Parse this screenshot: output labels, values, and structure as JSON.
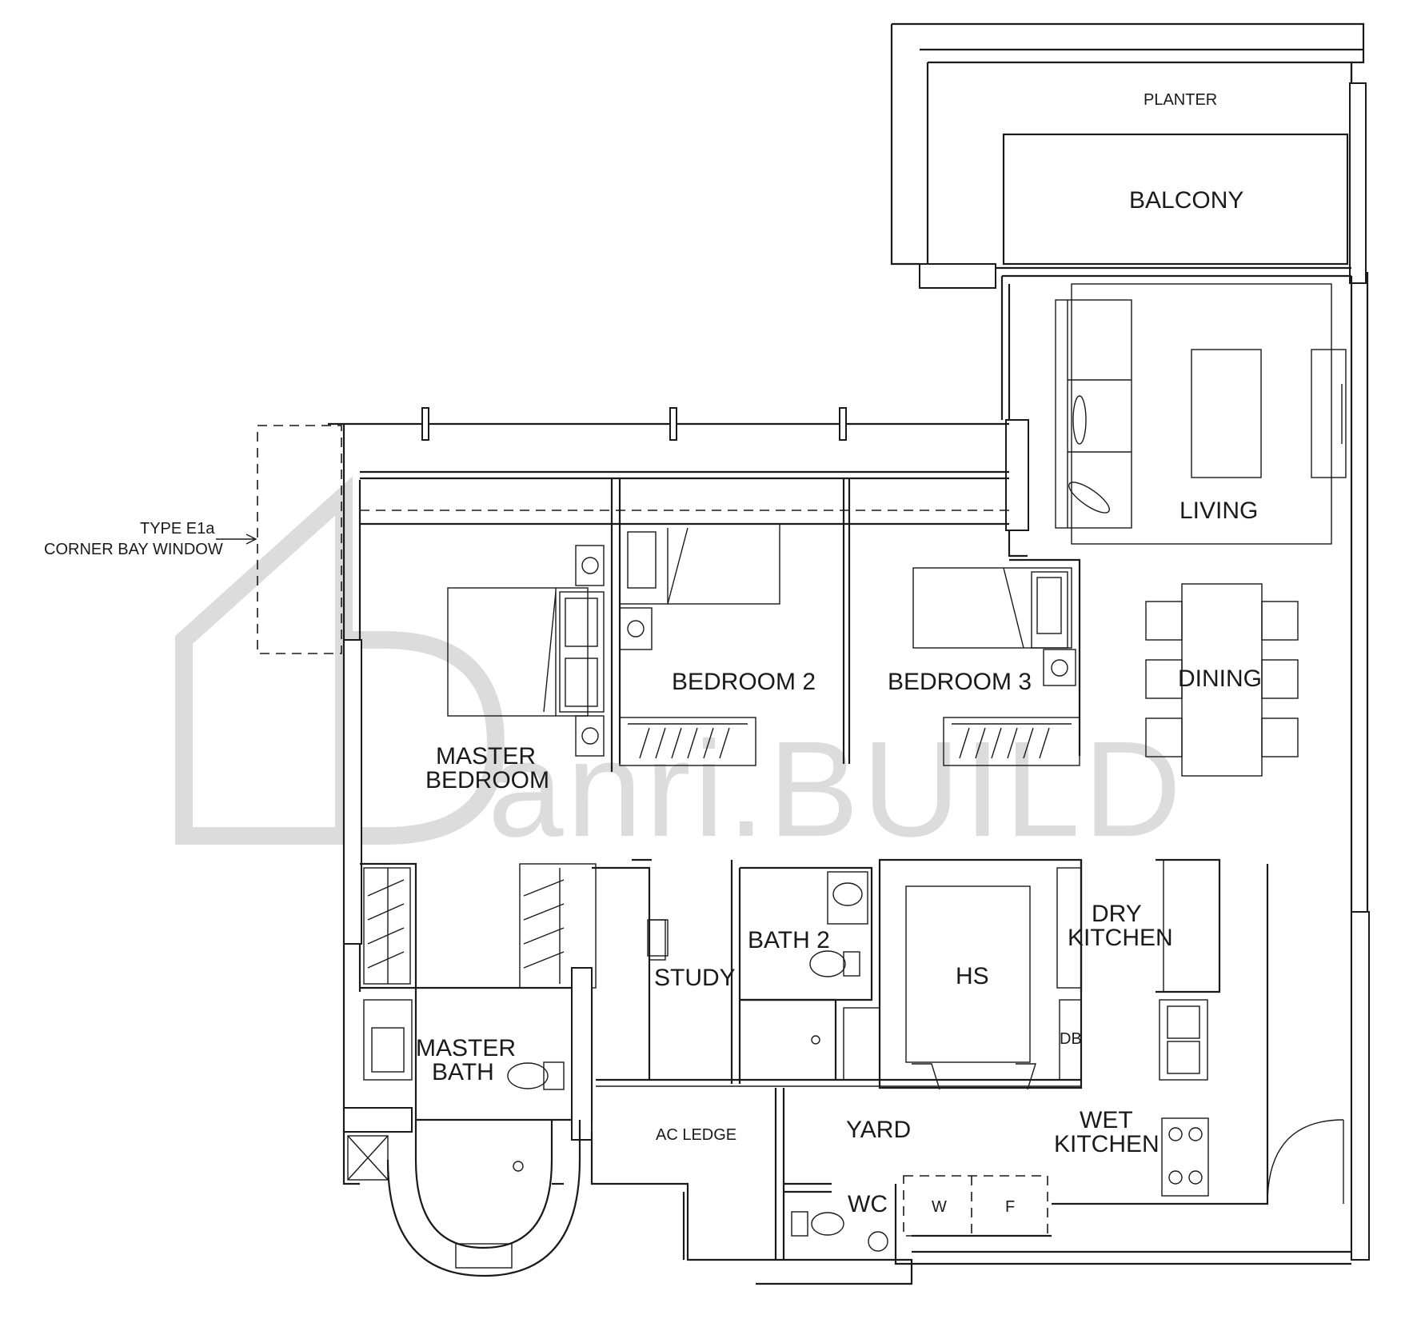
{
  "rooms": {
    "planter": "PLANTER",
    "balcony": "BALCONY",
    "living": "LIVING",
    "dining": "DINING",
    "bedroom2": "BEDROOM 2",
    "bedroom3": "BEDROOM 3",
    "master_bedroom_1": "MASTER",
    "master_bedroom_2": "BEDROOM",
    "study": "STUDY",
    "bath2": "BATH 2",
    "hs": "HS",
    "dry_kitchen_1": "DRY",
    "dry_kitchen_2": "KITCHEN",
    "db": "DB",
    "master_bath_1": "MASTER",
    "master_bath_2": "BATH",
    "ac_ledge": "AC LEDGE",
    "yard": "YARD",
    "wet_kitchen_1": "WET",
    "wet_kitchen_2": "KITCHEN",
    "wc": "WC",
    "washer": "W",
    "fridge": "F"
  },
  "annotation": {
    "line1": "TYPE E1a",
    "line2": "CORNER BAY WINDOW"
  },
  "watermark": {
    "text": "anri.BUILD"
  }
}
